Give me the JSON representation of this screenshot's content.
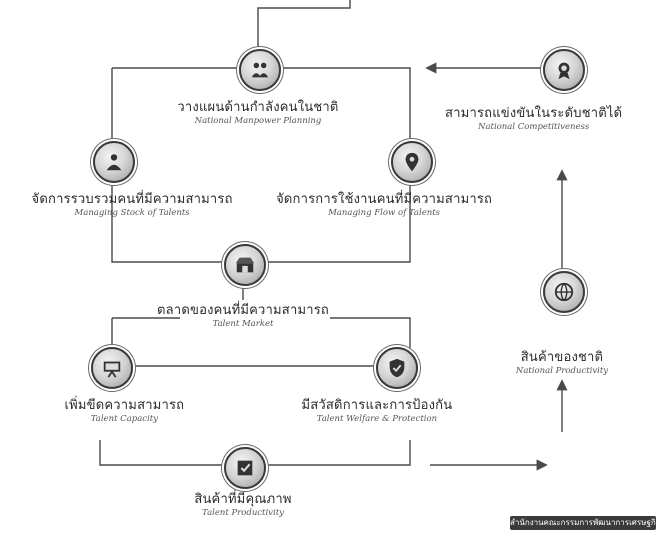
{
  "colors": {
    "line": "#4a4a4a",
    "icon_border": "#3a3a3a",
    "badge_bg": "#3b3b3b"
  },
  "nodes": {
    "manpower_planning": {
      "th": "วางแผนด้านกำลังคนในชาติ",
      "en": "National Manpower Planning",
      "icon": "people-icon"
    },
    "managing_stock": {
      "th": "จัดการรวบรวมคนที่มีความสามารถ",
      "en": "Managing Stock of Talents",
      "icon": "group-icon"
    },
    "managing_flow": {
      "th": "จัดการการใช้งานคนที่มีความสามารถ",
      "en": "Managing Flow of Talents",
      "icon": "location-pin-icon"
    },
    "talent_market": {
      "th": "ตลาดของคนที่มีความสามารถ",
      "en": "Talent Market",
      "icon": "market-icon"
    },
    "talent_capacity": {
      "th": "เพิ่มขีดความสามารถ",
      "en": "Talent Capacity",
      "icon": "training-icon"
    },
    "welfare": {
      "th": "มีสวัสดิการและการป้องกัน",
      "en": "Talent Welfare & Protection",
      "icon": "shield-icon"
    },
    "talent_productivity": {
      "th": "สินค้าที่มีคุณภาพ",
      "en": "Talent Productivity",
      "icon": "quality-check-icon"
    },
    "national_productivity": {
      "th": "สินค้าของชาติ",
      "en": "National Productivity",
      "icon": "globe-icon"
    },
    "competitiveness": {
      "th": "สามารถแข่งขันในระดับชาติได้",
      "en": "National Competitiveness",
      "icon": "award-icon"
    }
  },
  "badge": {
    "text": "สำนักงานคณะกรรมการพัฒนาการเศรษฐกิจ"
  }
}
